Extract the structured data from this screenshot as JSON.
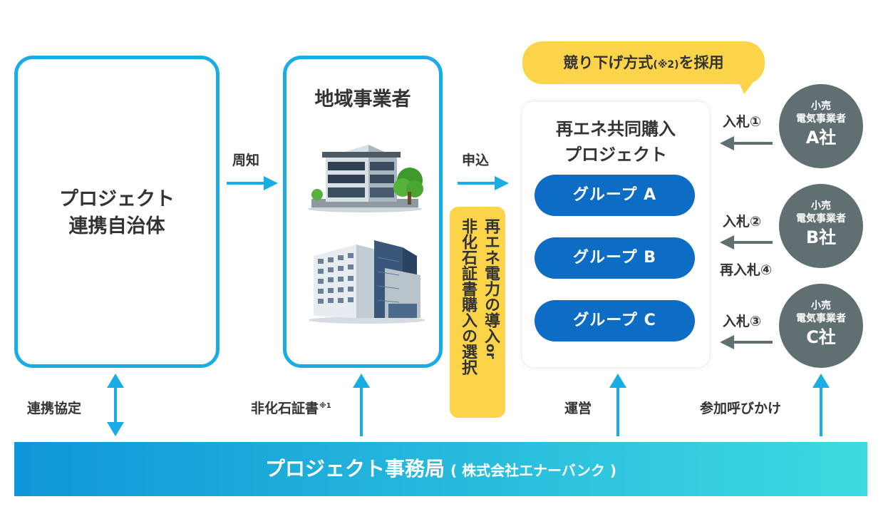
{
  "left_box": {
    "title_line1": "プロジェクト",
    "title_line2": "連携自治体"
  },
  "middle_box": {
    "title": "地域事業者"
  },
  "project_box": {
    "title_line1": "再エネ共同購入",
    "title_line2": "プロジェクト",
    "groups": [
      "グループ A",
      "グループ B",
      "グループ C"
    ]
  },
  "bubble": {
    "text_main": "競り下げ方式",
    "text_note": "(※2)",
    "text_end": "を採用"
  },
  "vertical_note": {
    "main": "再エネ電力の導入",
    "or": "or",
    "second": "非化石証書購入の選択"
  },
  "arrows": {
    "notify": "周知",
    "apply": "申込",
    "bid1": "入札①",
    "bid2": "入札②",
    "rebid4": "再入札④",
    "bid3": "入札③"
  },
  "bottom_labels": {
    "partnership": "連携協定",
    "certificate": "非化石証書",
    "certificate_note": "※1",
    "operation": "運営",
    "call": "参加呼びかけ"
  },
  "companies": [
    {
      "line1": "小売",
      "line2": "電気事業者",
      "name": "A社"
    },
    {
      "line1": "小売",
      "line2": "電気事業者",
      "name": "B社"
    },
    {
      "line1": "小売",
      "line2": "電気事業者",
      "name": "C社"
    }
  ],
  "footer": {
    "main": "プロジェクト事務局",
    "sub": "( 株式会社エナーバンク )"
  },
  "colors": {
    "blue_border": "#1bace6",
    "group_blue": "#0d6cc3",
    "company_gray": "#607072",
    "yellow": "#fbd449",
    "footer_start": "#0f96d8",
    "footer_end": "#3ddbe0"
  }
}
